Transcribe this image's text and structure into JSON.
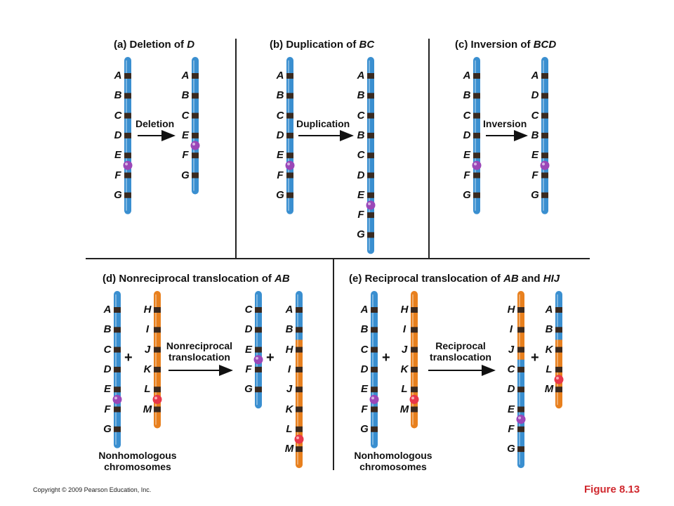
{
  "panels": {
    "a": {
      "letter": "(a)",
      "title": "Deletion of",
      "subject": "D",
      "operation": "Deletion",
      "before": [
        "A",
        "B",
        "C",
        "D",
        "E",
        "F",
        "G"
      ],
      "after": [
        "A",
        "B",
        "C",
        "E",
        "F",
        "G"
      ]
    },
    "b": {
      "letter": "(b)",
      "title": "Duplication of",
      "subject": "BC",
      "operation": "Duplication",
      "before": [
        "A",
        "B",
        "C",
        "D",
        "E",
        "F",
        "G"
      ],
      "after": [
        "A",
        "B",
        "C",
        "B",
        "C",
        "D",
        "E",
        "F",
        "G"
      ]
    },
    "c": {
      "letter": "(c)",
      "title": "Inversion of",
      "subject": "BCD",
      "operation": "Inversion",
      "before": [
        "A",
        "B",
        "C",
        "D",
        "E",
        "F",
        "G"
      ],
      "after": [
        "A",
        "D",
        "C",
        "B",
        "E",
        "F",
        "G"
      ]
    },
    "d": {
      "letter": "(d)",
      "title": "Nonreciprocal translocation of",
      "subject": "AB",
      "operation_line1": "Nonreciprocal",
      "operation_line2": "translocation",
      "before1": [
        "A",
        "B",
        "C",
        "D",
        "E",
        "F",
        "G"
      ],
      "before2": [
        "H",
        "I",
        "J",
        "K",
        "L",
        "M"
      ],
      "after1": [
        "C",
        "D",
        "E",
        "F",
        "G"
      ],
      "after2": [
        "A",
        "B",
        "H",
        "I",
        "J",
        "K",
        "L",
        "M"
      ],
      "caption_line1": "Nonhomologous",
      "caption_line2": "chromosomes"
    },
    "e": {
      "letter": "(e)",
      "title": "Reciprocal translocation of",
      "subject": "AB",
      "conj": "and",
      "subject2": "HIJ",
      "operation_line1": "Reciprocal",
      "operation_line2": "translocation",
      "before1": [
        "A",
        "B",
        "C",
        "D",
        "E",
        "F",
        "G"
      ],
      "before2": [
        "H",
        "I",
        "J",
        "K",
        "L",
        "M"
      ],
      "after1": [
        "H",
        "I",
        "J",
        "C",
        "D",
        "E",
        "F",
        "G"
      ],
      "after2": [
        "A",
        "B",
        "K",
        "L",
        "M"
      ],
      "caption_line1": "Nonhomologous",
      "caption_line2": "chromosomes"
    }
  },
  "plus_sign": "+",
  "colors": {
    "blue": "#3a8fd0",
    "orange": "#e8801e",
    "band": "#3a2a20",
    "centromere_blue": "#9b47b8",
    "centromere_orange": "#e8364a",
    "figure_label": "#d0282e"
  },
  "footer": {
    "copyright": "Copyright © 2009 Pearson Education, Inc.",
    "figure": "Figure 8.13"
  }
}
